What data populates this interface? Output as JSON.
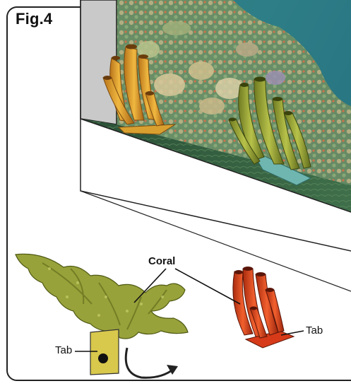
{
  "figure": {
    "label": "Fig.4"
  },
  "callouts": {
    "coral": "Coral",
    "tab_left": "Tab",
    "tab_right": "Tab"
  },
  "colors": {
    "frame_stroke": "#222222",
    "water_deep": "#1f6f7a",
    "water_light": "#4ea3a0",
    "reef_base": "#6b8f63",
    "floor": "#2f5b3e",
    "tube_coral_orange": "#e0a12e",
    "tube_coral_green": "#9aa83a",
    "branch_coral": "#9aa43a",
    "red_coral": "#e0461e",
    "tab_yellow": "#d9c74a",
    "tab_red": "#d63a18",
    "side_wall": "#c8c8c8"
  },
  "icons": {
    "arrow": "curved-arrow-icon",
    "hole": "tab-hole-dot"
  }
}
